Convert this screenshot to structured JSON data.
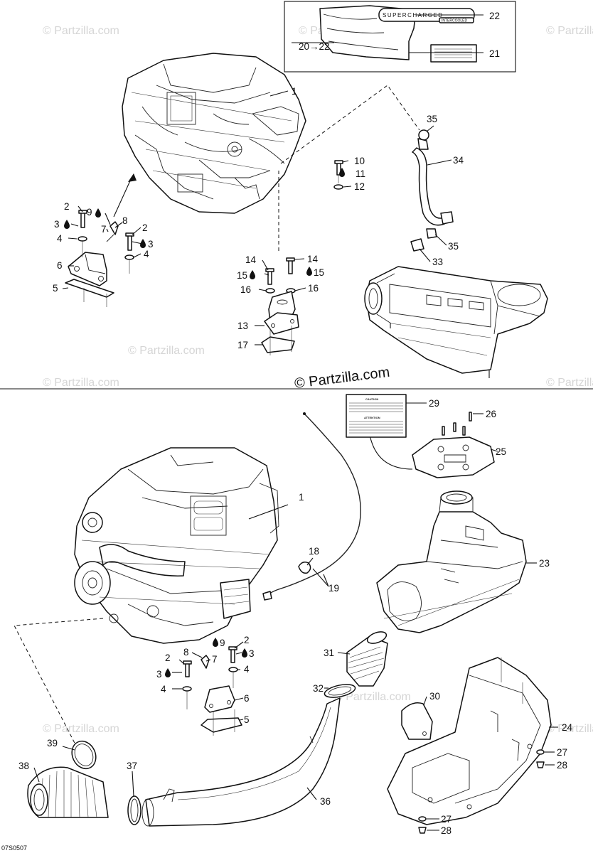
{
  "watermark": {
    "text": "© Partzilla.com",
    "main_text": "© Partzilla.com"
  },
  "diagram_code": "07S0507",
  "decals": {
    "supercharged_text": "SUPERCHARGED",
    "intercooled_text": "INTERCOOLED",
    "caution_title": "CAUTION",
    "attention_title": "ATTENTION"
  },
  "callouts": {
    "c1a": "1",
    "c1b": "1",
    "c2a": "2",
    "c2b": "2",
    "c2c": "2",
    "c2d": "2",
    "c3a": "3",
    "c3b": "3",
    "c3c": "3",
    "c3d": "3",
    "c4a": "4",
    "c4b": "4",
    "c4c": "4",
    "c4d": "4",
    "c5a": "5",
    "c5b": "5",
    "c6a": "6",
    "c6b": "6",
    "c7a": "7",
    "c7b": "7",
    "c8a": "8",
    "c8b": "8",
    "c9a": "9",
    "c9b": "9",
    "c10": "10",
    "c11": "11",
    "c12": "12",
    "c13": "13",
    "c14a": "14",
    "c14b": "14",
    "c15a": "15",
    "c15b": "15",
    "c16a": "16",
    "c16b": "16",
    "c17": "17",
    "c18": "18",
    "c19": "19",
    "c20": "20→22",
    "c21": "21",
    "c22": "22",
    "c23": "23",
    "c24": "24",
    "c25": "25",
    "c26": "26",
    "c27a": "27",
    "c27b": "27",
    "c28a": "28",
    "c28b": "28",
    "c29": "29",
    "c30": "30",
    "c31": "31",
    "c32": "32",
    "c33": "33",
    "c34": "34",
    "c35a": "35",
    "c35b": "35",
    "c36": "36",
    "c37": "37",
    "c38": "38",
    "c39": "39"
  }
}
